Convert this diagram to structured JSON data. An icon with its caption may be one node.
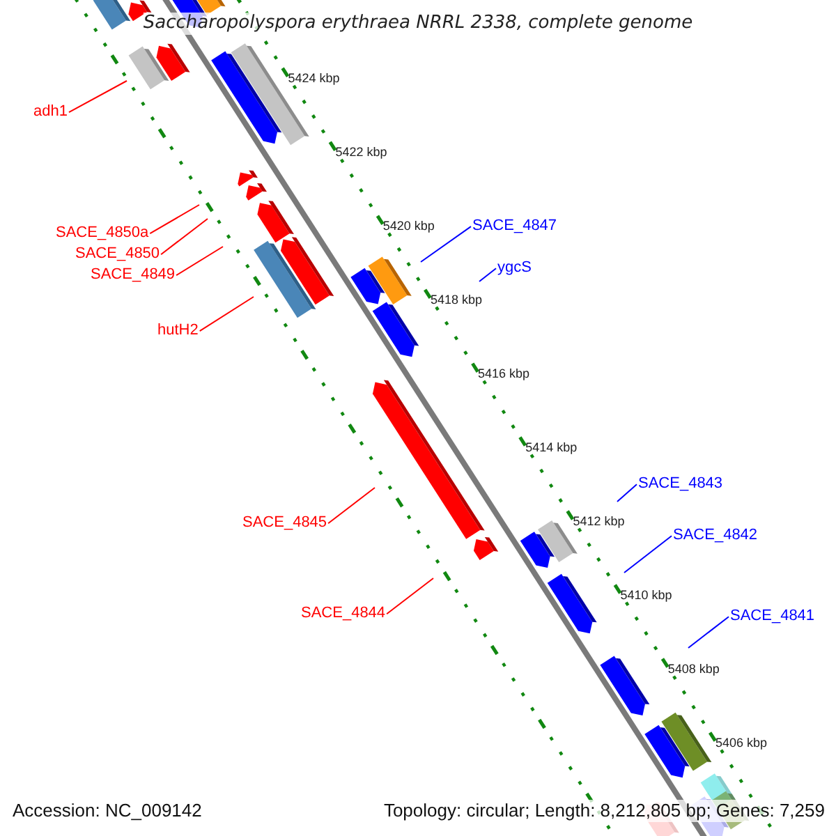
{
  "diagram": {
    "title": "Saccharopolyspora erythraea NRRL 2338, complete genome",
    "nodes": [
      {
        "text": [
          "adh1"
        ]
      },
      {
        "text": [
          "SACE_4850a"
        ]
      },
      {
        "text": [
          "SACE_4850"
        ]
      },
      {
        "text": [
          "SACE_4849"
        ]
      },
      {
        "text": [
          "hutH2"
        ]
      },
      {
        "text": [
          "SACE_4847"
        ]
      },
      {
        "text": [
          "ygcS"
        ]
      },
      {
        "text": [
          "SACE_4845"
        ]
      },
      {
        "text": [
          "SACE_4844"
        ]
      },
      {
        "text": [
          "SACE_4843"
        ]
      },
      {
        "text": [
          "SACE_4842"
        ]
      },
      {
        "text": [
          "SACE_4841"
        ]
      }
    ],
    "edges": [
      {
        "from": 0,
        "to": null,
        "arrow": "none"
      },
      {
        "from": 1,
        "to": null,
        "arrow": "none"
      },
      {
        "from": 2,
        "to": null,
        "arrow": "none"
      },
      {
        "from": 3,
        "to": null,
        "arrow": "none"
      },
      {
        "from": 4,
        "to": null,
        "arrow": "none"
      },
      {
        "from": 5,
        "to": null,
        "arrow": "none",
        "color": "#0000ff"
      },
      {
        "from": 6,
        "to": null,
        "arrow": "none",
        "color": "#0000ff"
      },
      {
        "from": 7,
        "to": null,
        "arrow": "none"
      },
      {
        "from": 8,
        "to": null,
        "arrow": "none"
      },
      {
        "from": 9,
        "to": null,
        "arrow": "none",
        "color": "#0000ff"
      },
      {
        "from": 10,
        "to": null,
        "arrow": "none",
        "color": "#0000ff"
      },
      {
        "from": 11,
        "to": null,
        "arrow": "none",
        "color": "#0000ff"
      }
    ],
    "labels": [
      "5424 kbp",
      "5422 kbp",
      "5420 kbp",
      "5418 kbp",
      "5416 kbp",
      "5414 kbp",
      "5412 kbp",
      "5410 kbp",
      "5408 kbp",
      "5406 kbp",
      "Accession: NC_009142",
      "Topology: circular; Length: 8,212,805 bp; Genes: 7,259"
    ]
  }
}
